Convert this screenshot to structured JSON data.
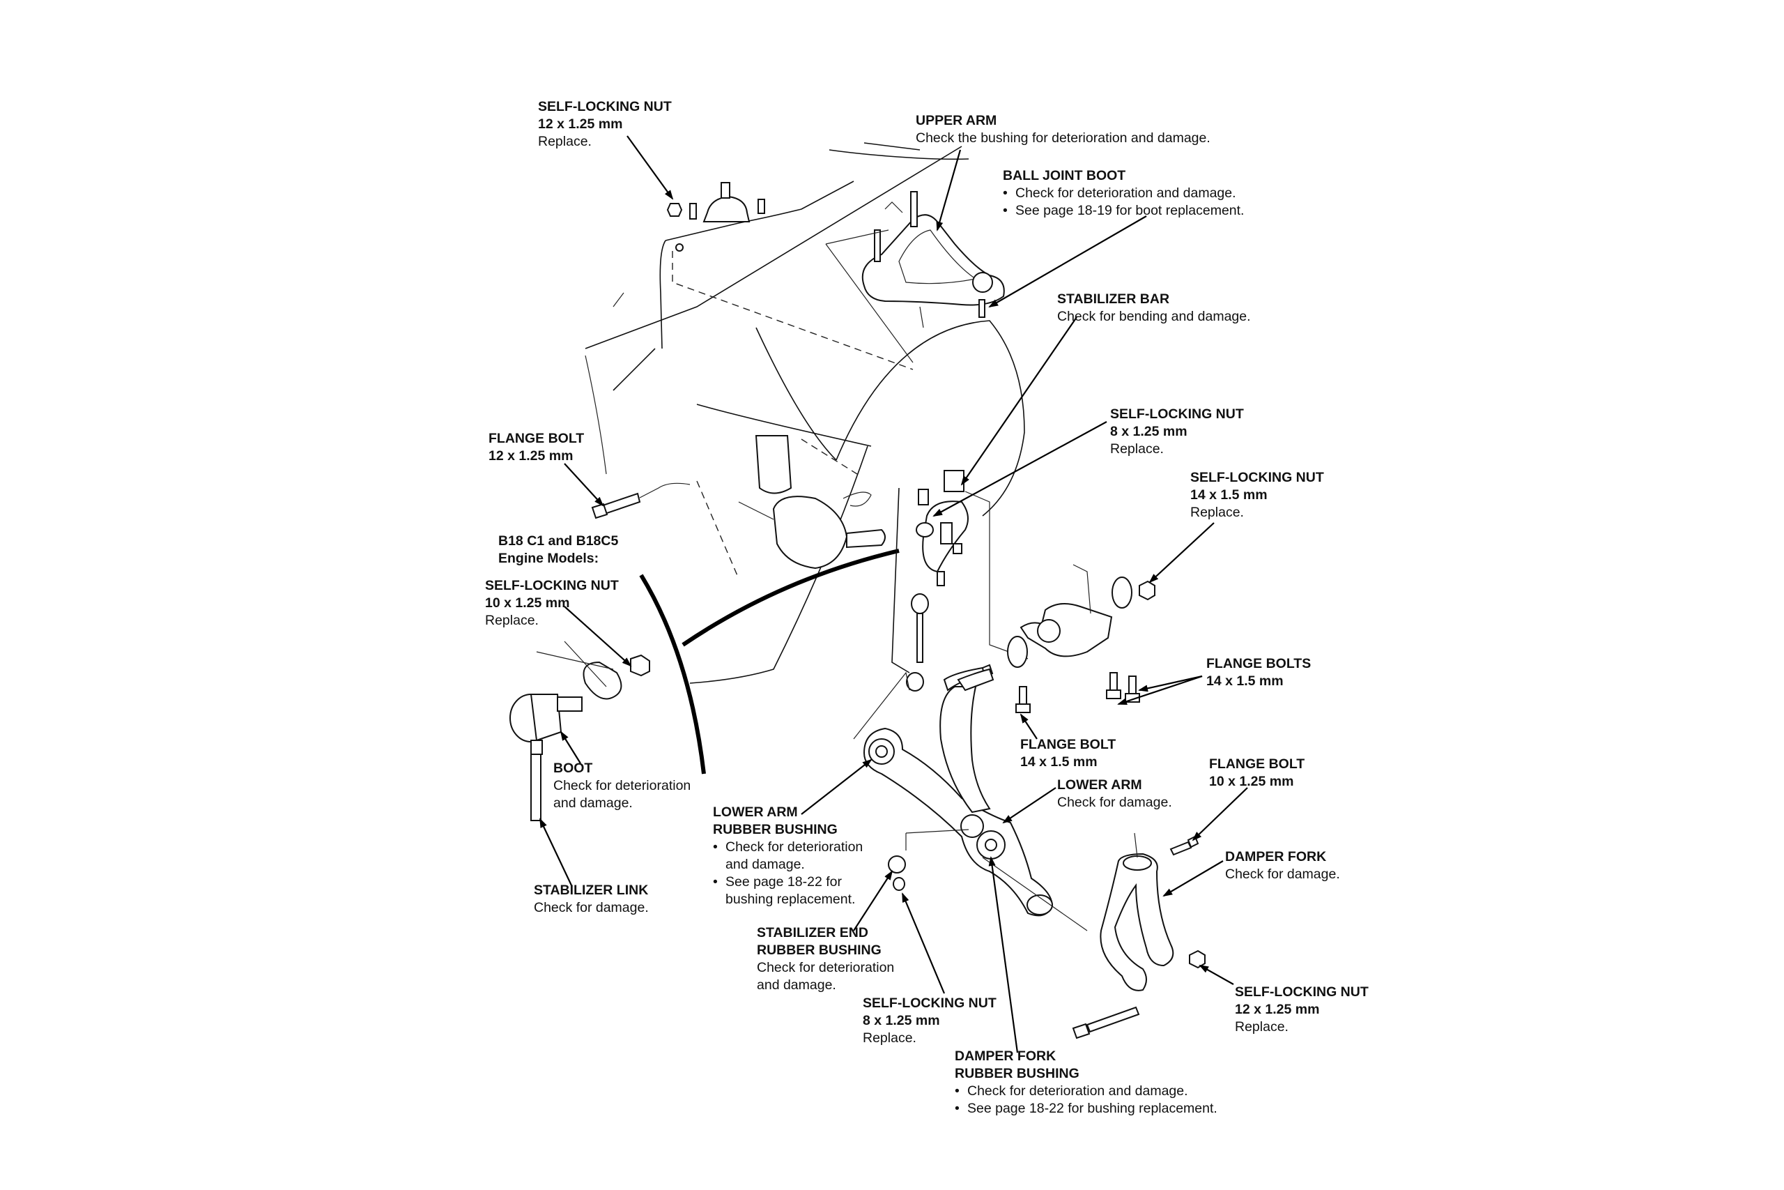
{
  "diagram": {
    "labels": {
      "nut_top": {
        "title": "SELF-LOCKING NUT",
        "spec": "12 x 1.25 mm",
        "note": "Replace."
      },
      "upper_arm": {
        "title": "UPPER ARM",
        "note": "Check the bushing for deterioration and damage."
      },
      "ball_joint_boot": {
        "title": "BALL JOINT BOOT",
        "bullets": [
          "Check for deterioration and damage.",
          "See page 18-19 for boot replacement."
        ]
      },
      "stabilizer_bar": {
        "title": "STABILIZER BAR",
        "note": "Check for bending and damage."
      },
      "nut_8_upper": {
        "title": "SELF-LOCKING NUT",
        "spec": "8 x 1.25 mm",
        "note": "Replace."
      },
      "nut_14": {
        "title": "SELF-LOCKING NUT",
        "spec": "14 x 1.5 mm",
        "note": "Replace."
      },
      "flange_bolt_12": {
        "title": "FLANGE BOLT",
        "spec": "12 x 1.25 mm"
      },
      "engine_models": {
        "line1": "B18 C1 and B18C5",
        "line2": "Engine Models:"
      },
      "nut_10": {
        "title": "SELF-LOCKING NUT",
        "spec": "10 x 1.25 mm",
        "note": "Replace."
      },
      "flange_bolts_14": {
        "title": "FLANGE BOLTS",
        "spec": "14 x 1.5 mm"
      },
      "flange_bolt_14": {
        "title": "FLANGE BOLT",
        "spec": "14 x 1.5 mm"
      },
      "flange_bolt_10": {
        "title": "FLANGE BOLT",
        "spec": "10 x 1.25 mm"
      },
      "boot": {
        "title": "BOOT",
        "note1": "Check for deterioration",
        "note2": "and damage."
      },
      "lower_arm": {
        "title": "LOWER ARM",
        "note": "Check for damage."
      },
      "lower_arm_bushing": {
        "title1": "LOWER ARM",
        "title2": "RUBBER BUSHING",
        "bullet1a": "Check for deterioration",
        "bullet1b": "and damage.",
        "bullet2a": "See page 18-22 for",
        "bullet2b": "bushing replacement."
      },
      "damper_fork": {
        "title": "DAMPER FORK",
        "note": "Check for damage."
      },
      "stabilizer_link": {
        "title": "STABILIZER LINK",
        "note": "Check for damage."
      },
      "stabilizer_end_bushing": {
        "title1": "STABILIZER END",
        "title2": "RUBBER BUSHING",
        "note1": "Check for deterioration",
        "note2": "and damage."
      },
      "nut_8_lower": {
        "title": "SELF-LOCKING NUT",
        "spec": "8 x 1.25 mm",
        "note": "Replace."
      },
      "nut_12_lower": {
        "title": "SELF-LOCKING NUT",
        "spec": "12 x 1.25 mm",
        "note": "Replace."
      },
      "damper_fork_bushing": {
        "title1": "DAMPER FORK",
        "title2": "RUBBER BUSHING",
        "bullets": [
          "Check for deterioration and damage.",
          "See page 18-22 for bushing replacement."
        ]
      }
    }
  }
}
